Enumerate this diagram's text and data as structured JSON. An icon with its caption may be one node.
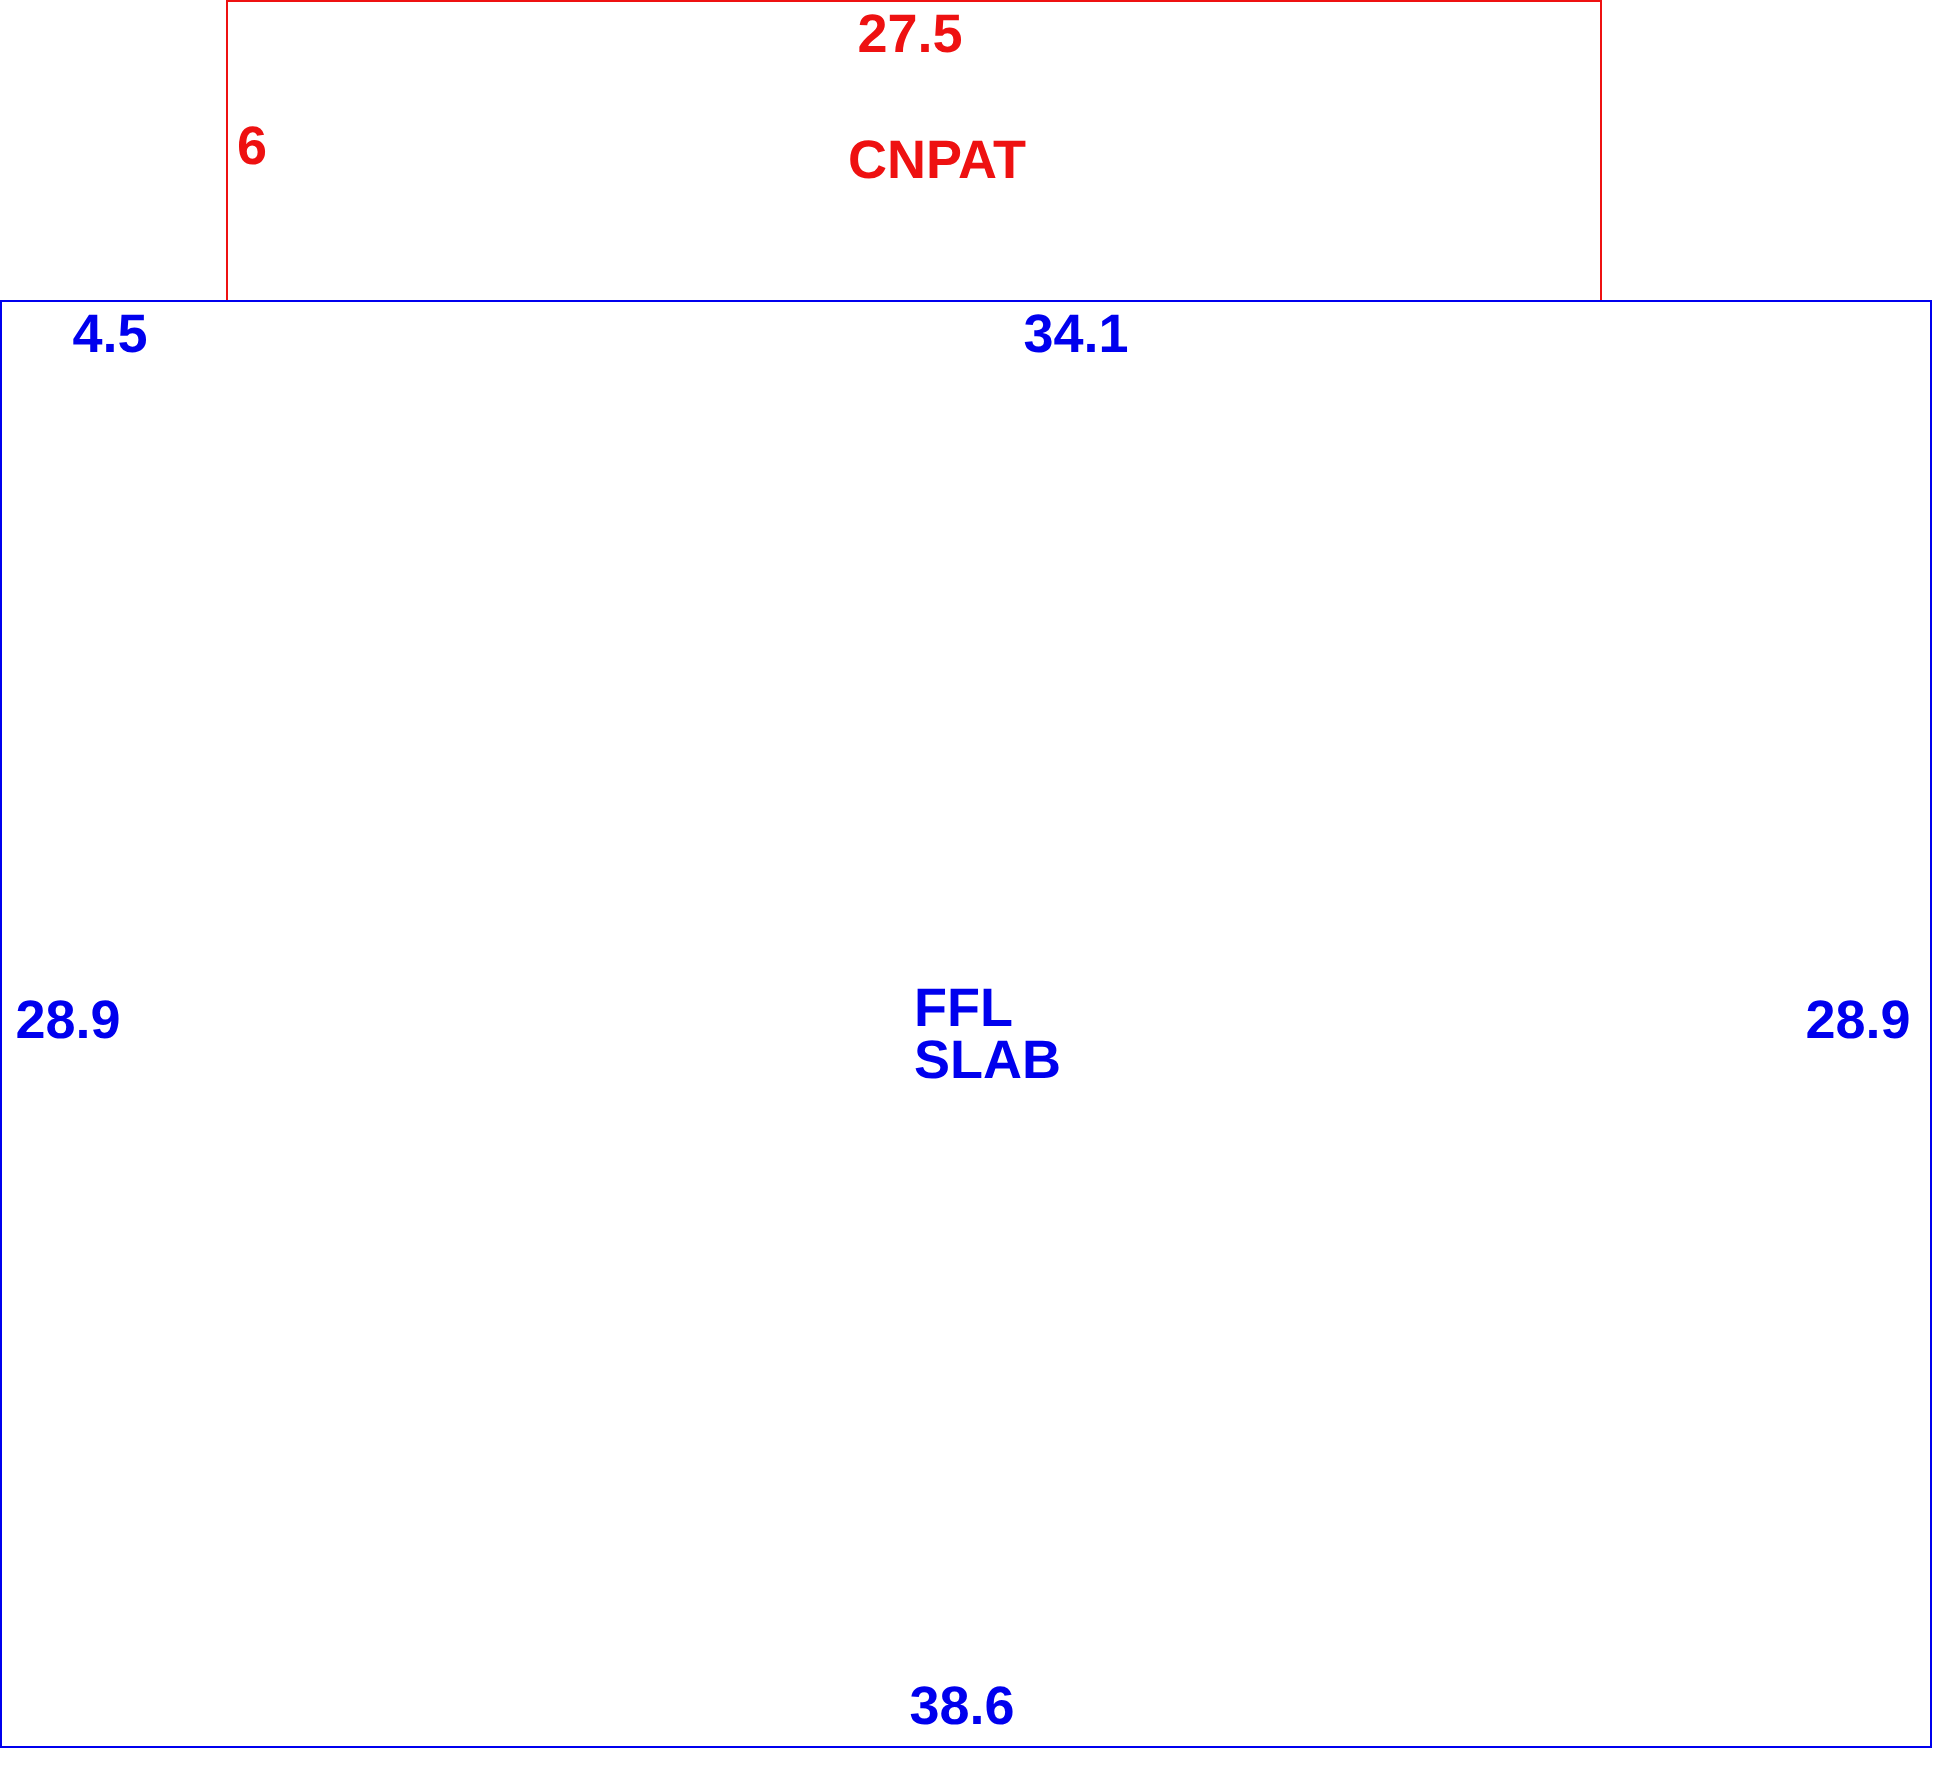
{
  "diagram": {
    "nodes": [
      {
        "text": [
          "CNPAT"
        ]
      },
      {
        "text": [
          "FFL SLAB"
        ]
      }
    ],
    "labels": [
      "27.5",
      "6",
      "4.5",
      "34.1",
      "28.9",
      "28.9",
      "38.6"
    ]
  }
}
